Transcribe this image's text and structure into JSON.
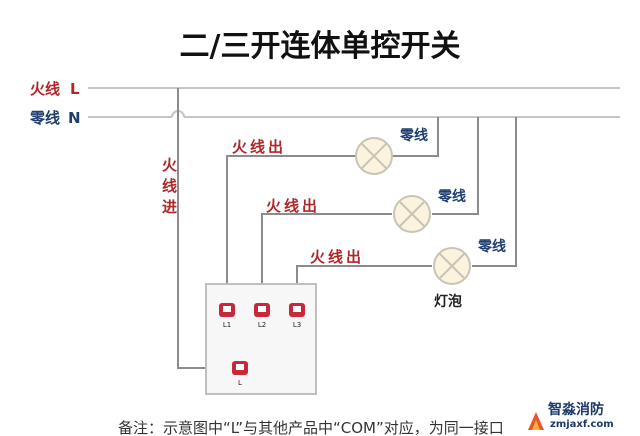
{
  "title": "二/三开连体单控开关",
  "lines": {
    "live_label": "火线",
    "live_symbol": "L",
    "neutral_label": "零线",
    "neutral_symbol": "N"
  },
  "live_in_label": [
    "火",
    "线",
    "进"
  ],
  "outputs": [
    {
      "out_label": "火线出",
      "neutral_label": "零线"
    },
    {
      "out_label": "火线出",
      "neutral_label": "零线"
    },
    {
      "out_label": "火线出",
      "neutral_label": "零线"
    }
  ],
  "lamp_label": "灯泡",
  "terminals": {
    "t1": "L1",
    "t2": "L2",
    "t3": "L3",
    "common": "L"
  },
  "note": "备注：示意图中“L”与其他产品中“COM”对应，为同一接口",
  "watermark": {
    "brand": "智淼消防",
    "domain": "zmjaxf.com"
  },
  "colors": {
    "live_wire": "#b0272a",
    "neutral_wire": "#1f3f74",
    "terminal": "#c7283a"
  }
}
